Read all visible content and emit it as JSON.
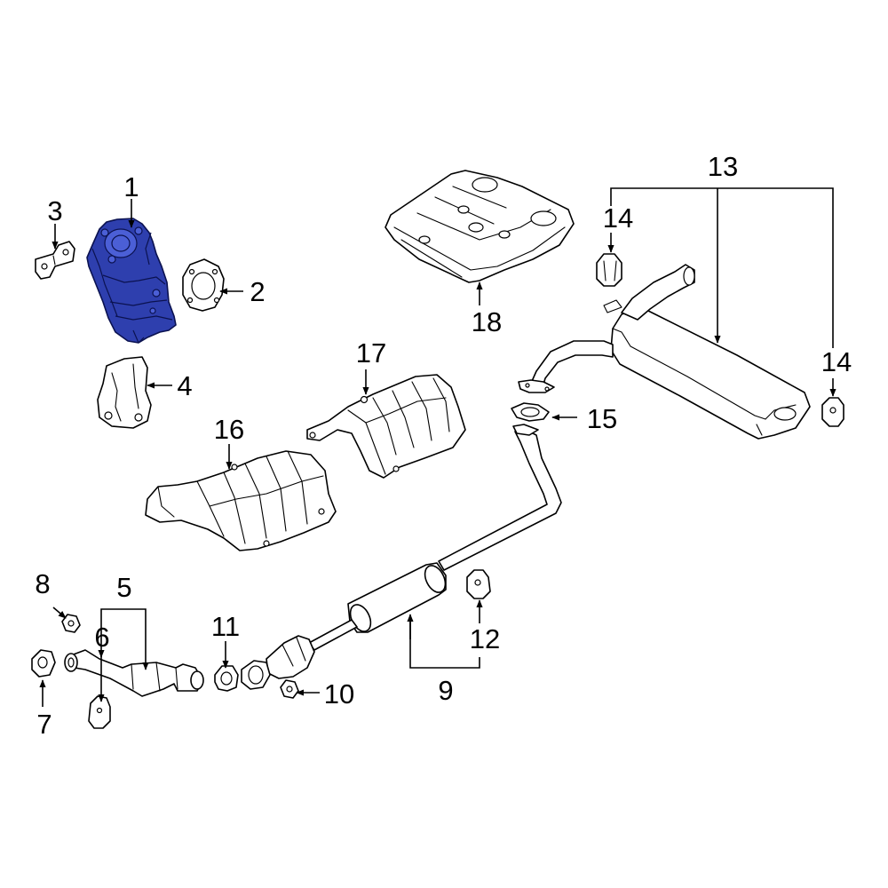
{
  "diagram": {
    "highlight_color": "#2e3fae",
    "callouts": [
      {
        "id": "c1",
        "text": "1"
      },
      {
        "id": "c2",
        "text": "2"
      },
      {
        "id": "c3",
        "text": "3"
      },
      {
        "id": "c4",
        "text": "4"
      },
      {
        "id": "c5",
        "text": "5"
      },
      {
        "id": "c6",
        "text": "6"
      },
      {
        "id": "c7",
        "text": "7"
      },
      {
        "id": "c8",
        "text": "8"
      },
      {
        "id": "c9",
        "text": "9"
      },
      {
        "id": "c10",
        "text": "10"
      },
      {
        "id": "c11",
        "text": "11"
      },
      {
        "id": "c12",
        "text": "12"
      },
      {
        "id": "c13",
        "text": "13"
      },
      {
        "id": "c14a",
        "text": "14"
      },
      {
        "id": "c14b",
        "text": "14"
      },
      {
        "id": "c15",
        "text": "15"
      },
      {
        "id": "c16",
        "text": "16"
      },
      {
        "id": "c17",
        "text": "17"
      },
      {
        "id": "c18",
        "text": "18"
      }
    ]
  }
}
